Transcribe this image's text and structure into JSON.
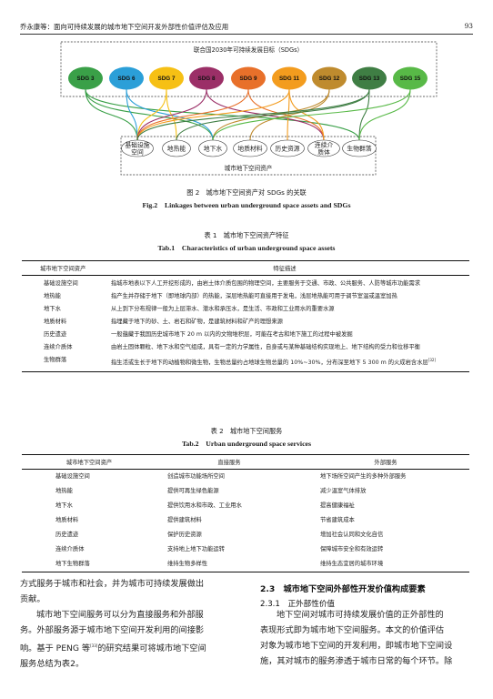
{
  "header": {
    "running_title": "乔永康等：面向可持续发展的城市地下空间开发外部性价值评估及应用",
    "page_number": "93"
  },
  "figure2": {
    "top_title": "联合国2030年可持续发展目标（SDGs）",
    "sdgs": [
      {
        "label": "SDG 3",
        "color": "#3aa048"
      },
      {
        "label": "SDG 6",
        "color": "#2b9fd8"
      },
      {
        "label": "SDG 7",
        "color": "#f6c015"
      },
      {
        "label": "SDG 8",
        "color": "#9b2f67"
      },
      {
        "label": "SDG 9",
        "color": "#e8702a"
      },
      {
        "label": "SDG 11",
        "color": "#f39c1e"
      },
      {
        "label": "SDG 12",
        "color": "#bf8b2e"
      },
      {
        "label": "SDG 13",
        "color": "#3f7e44"
      },
      {
        "label": "SDG 15",
        "color": "#58b947"
      }
    ],
    "assets": [
      {
        "label1": "基础设施",
        "label2": "空间"
      },
      {
        "label1": "地热能",
        "label2": ""
      },
      {
        "label1": "地下水",
        "label2": ""
      },
      {
        "label1": "地质材料",
        "label2": ""
      },
      {
        "label1": "历史资源",
        "label2": ""
      },
      {
        "label1": "连续介",
        "label2": "质体"
      },
      {
        "label1": "生物群落",
        "label2": ""
      }
    ],
    "bottom_title": "城市地下空间资产",
    "caption_cn": "图 2　城市地下空间资产对 SDGs 的关联",
    "caption_en": "Fig.2　Linkages between urban underground space assets and SDGs"
  },
  "table1": {
    "caption_cn": "表 1　城市地下空间资产特征",
    "caption_en": "Tab.1　Characteristics of urban underground space assets",
    "headers": [
      "城市地下空间资产",
      "特征描述"
    ],
    "rows": [
      {
        "asset": "基础设施空间",
        "desc": "指城市地表以下人工开挖形成的，由岩土体介质包围的物理空间，主要服务于交通、市政、公共服务、人防等城市功能需求"
      },
      {
        "asset": "地热能",
        "desc": "指产生并存储于地下（即地球内部）的热能，深层地热能可直接用于发电，浅层地热能可用于调节室温或温室加热"
      },
      {
        "asset": "地下水",
        "desc": "从上到下分布规律一般为上层滞水、潜水和承压水，是生活、市政和工业用水的重要水源"
      },
      {
        "asset": "地质材料",
        "desc": "指埋藏于地下的砂、土、岩石和矿物，是建筑材料和矿产的理想来源"
      },
      {
        "asset": "历史遗迹",
        "desc": "一般蕴藏于我国历史城市地下 20 m 以内的文物堆积层，可能在考古和地下施工的过程中被发掘"
      },
      {
        "asset": "连续介质体",
        "desc": "由岩土固体颗粒、地下水和空气组成，具有一定的力学属性，自身或与某种基础结构实现地上、地下结构的受力和位移平衡"
      },
      {
        "asset": "生物群落",
        "desc": "指生活或生长于地下的动植物和微生物，生物总量约占地球生物总量的 10%~30%，分布深至地下 5 300 m 的火成岩含水层",
        "ref": "[32]"
      }
    ]
  },
  "table2": {
    "caption_cn": "表 2　城市地下空间服务",
    "caption_en": "Tab.2　Urban underground space services",
    "headers": [
      "城市地下空间资产",
      "直接服务",
      "外部服务"
    ],
    "rows": [
      [
        "基础设施空间",
        "创造城市功能场所空间",
        "地下场所空间产生的多种外部服务"
      ],
      [
        "地热能",
        "提供可再生绿色能源",
        "减少温室气体排放"
      ],
      [
        "地下水",
        "提供饮用水和市政、工业用水",
        "提高健康福祉"
      ],
      [
        "地质材料",
        "提供建筑材料",
        "节省建筑成本"
      ],
      [
        "历史遗迹",
        "保护历史资源",
        "增加社会认同和文化自信"
      ],
      [
        "连续介质体",
        "支持地上地下功能运转",
        "保障城市安全和有效运转"
      ],
      [
        "地下生物群落",
        "维持生物多样性",
        "维持生态宜居的城市环境"
      ]
    ]
  },
  "body": {
    "left_p1_line1": "方式服务于城市和社会，并为城市可持续发展做出",
    "left_p1_line2": "贡献。",
    "left_p2_line1": "城市地下空间服务可以分为直接服务和外部服",
    "left_p2_line2": "务。外部服务源于城市地下空间开发利用的间接影",
    "left_p2_line3a": "响。基于 PENG 等",
    "left_p2_ref": "[33]",
    "left_p2_line3b": "的研究结果可将城市地下空间",
    "left_p2_line4": "服务总结为表2。",
    "section_heading": "2.3　城市地下空间外部性开发价值构成要素",
    "subsection_heading": "2.3.1　正外部性价值",
    "right_p1_line1": "地下空间对城市可持续发展价值的正外部性的",
    "right_p1_line2": "表现形式即为城市地下空间服务。本文的价值评估",
    "right_p1_line3": "对象为城市地下空间的开发利用，即城市地下空间设",
    "right_p1_line4": "施，其对城市的服务渗透于城市日常的每个环节。除"
  }
}
